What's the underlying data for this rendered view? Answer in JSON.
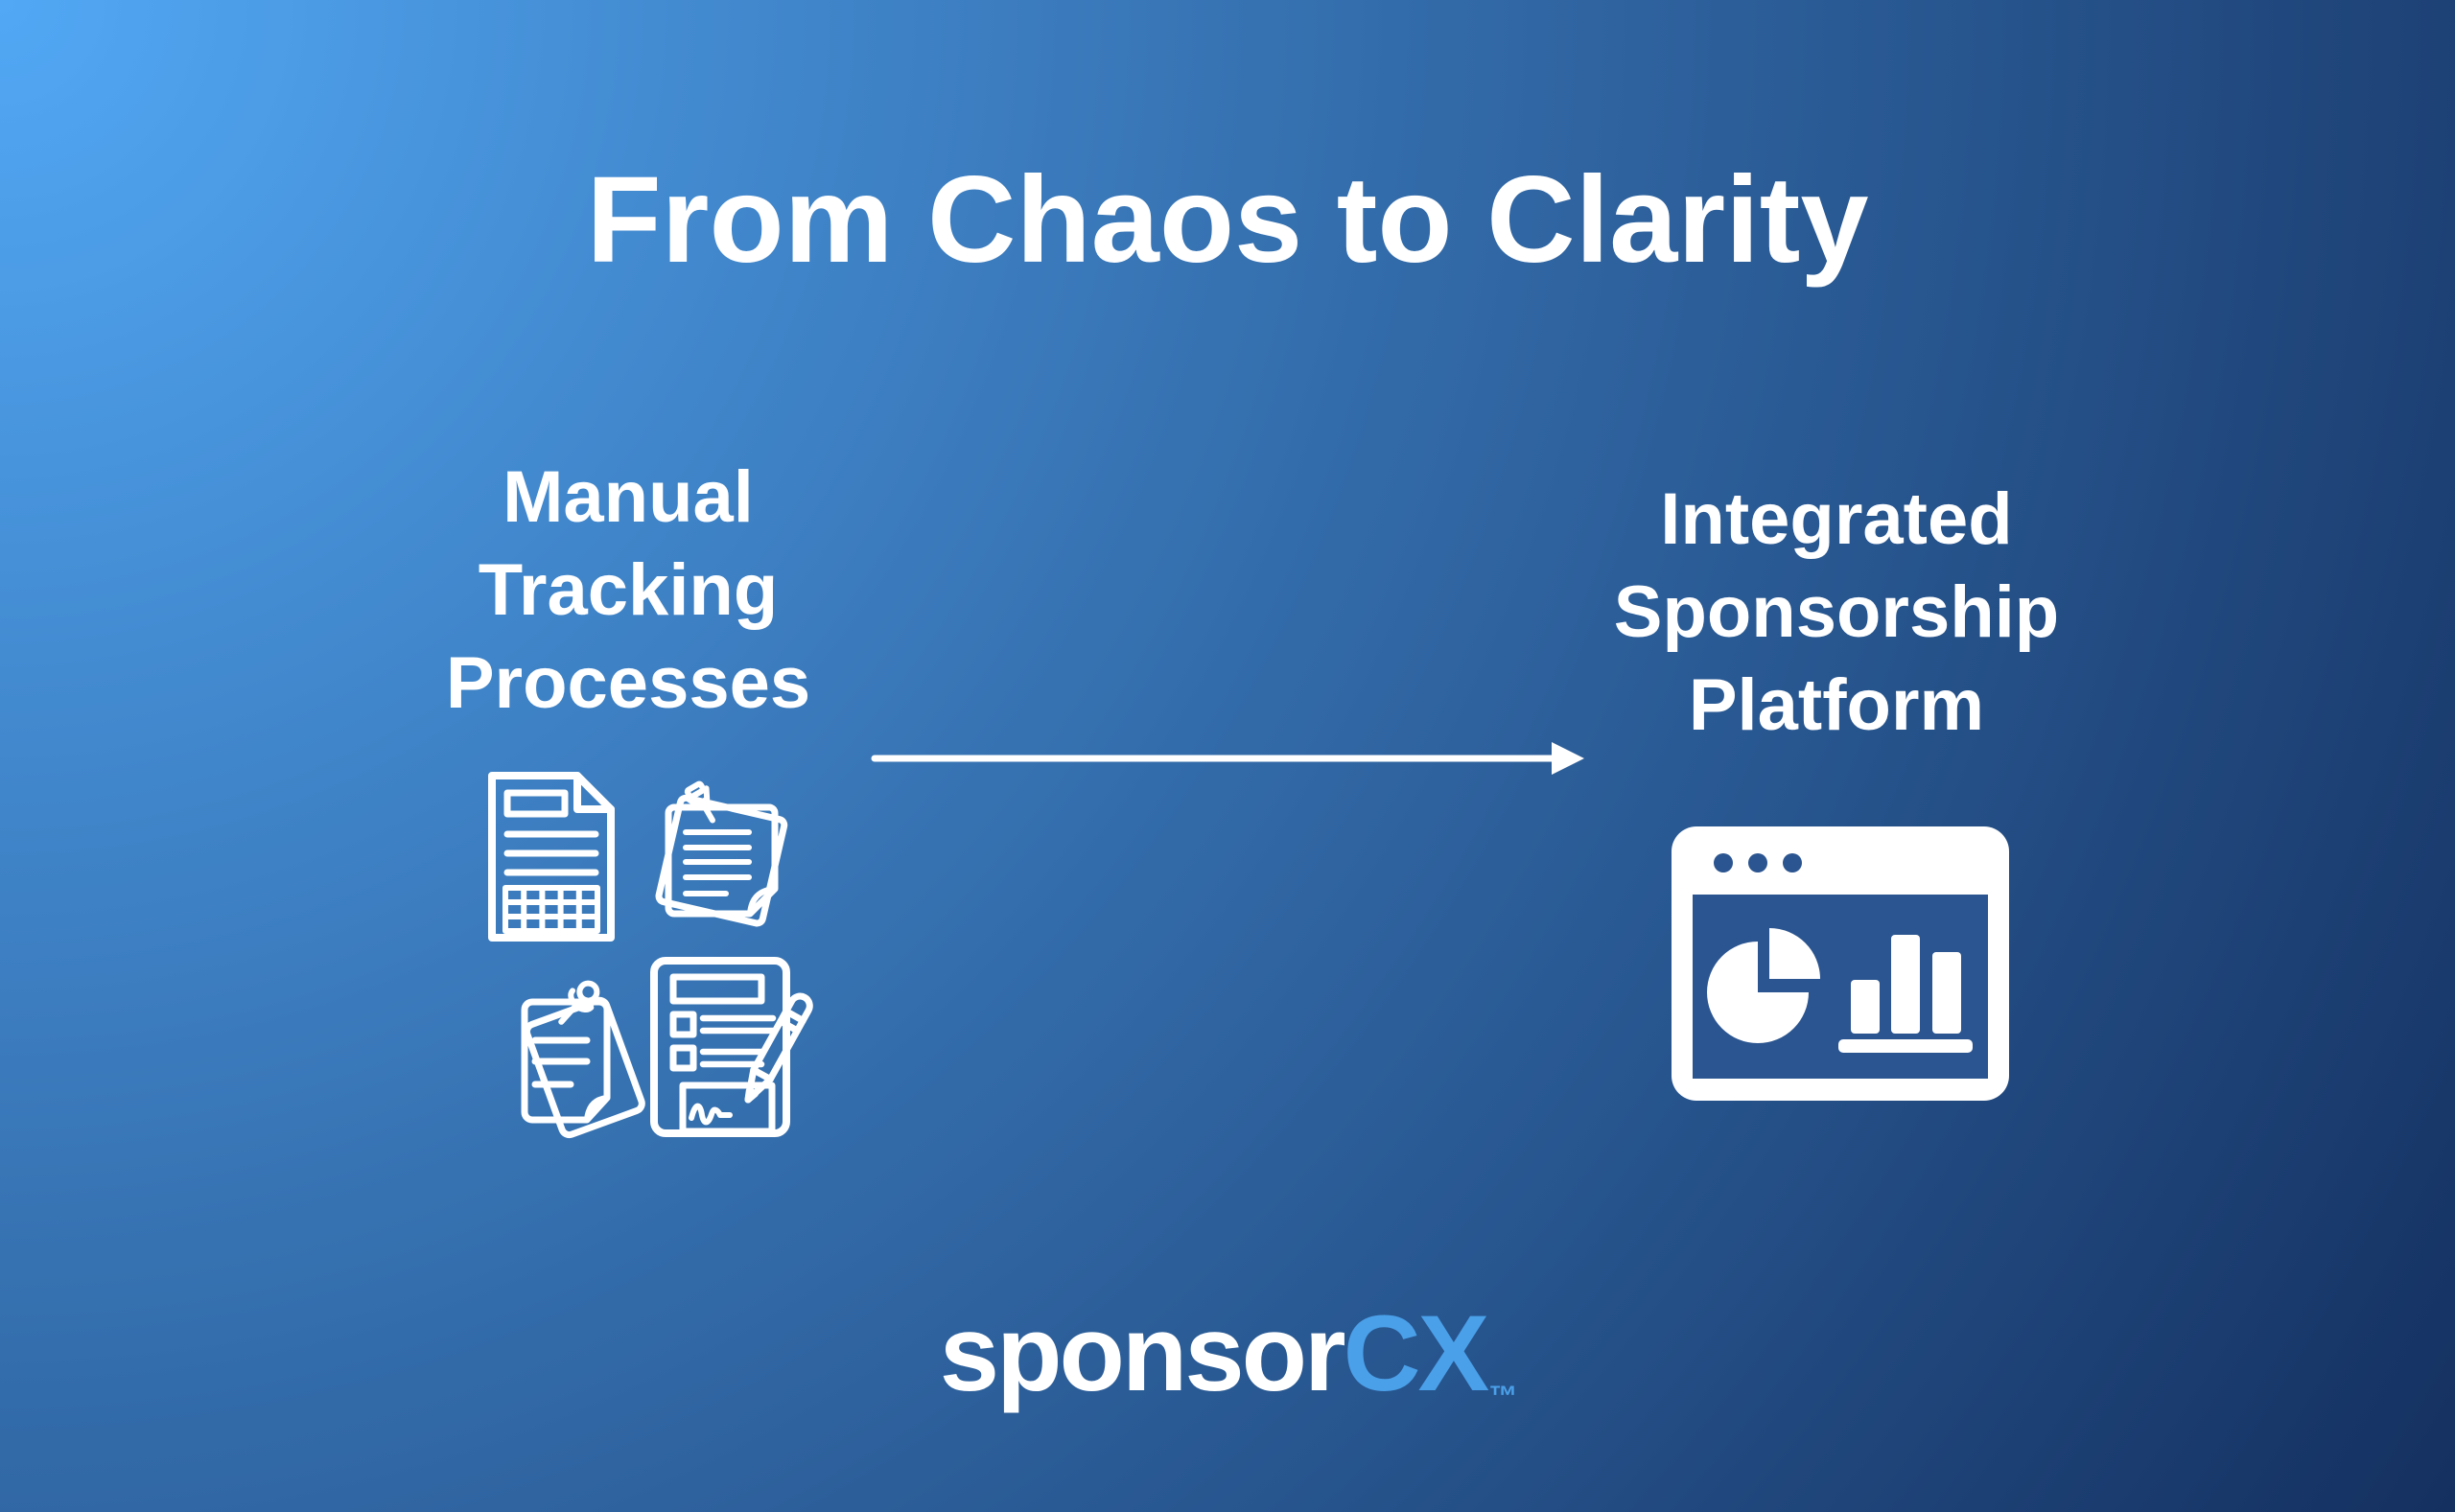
{
  "background": {
    "type": "radial-gradient",
    "origin": "top-left",
    "color_start": "#52a8f5",
    "color_end": "#143060"
  },
  "title": {
    "text": "From Chaos to Clarity",
    "color": "#ffffff"
  },
  "left_group": {
    "label_lines": [
      "Manual",
      "Tracking",
      "Processes"
    ],
    "icons": [
      "spreadsheet-document-icon",
      "pinned-sticky-notes-icon",
      "pinned-note-icon",
      "signed-form-pencil-icon"
    ],
    "icon_style_color": "#ffffff"
  },
  "arrow": {
    "from": "left_group",
    "to": "right_group",
    "direction": "right",
    "color": "#ffffff"
  },
  "right_group": {
    "label_lines": [
      "Integrated",
      "Sponsorship",
      "Platform"
    ],
    "icons": [
      "analytics-dashboard-icon"
    ],
    "dashboard_panel_color": "#2b5590",
    "dashboard_fill_color": "#ffffff"
  },
  "logo": {
    "text_primary": "sponsor",
    "text_accent": "CX",
    "trademark": "™",
    "primary_color": "#ffffff",
    "accent_color": "#4aa0e9"
  }
}
